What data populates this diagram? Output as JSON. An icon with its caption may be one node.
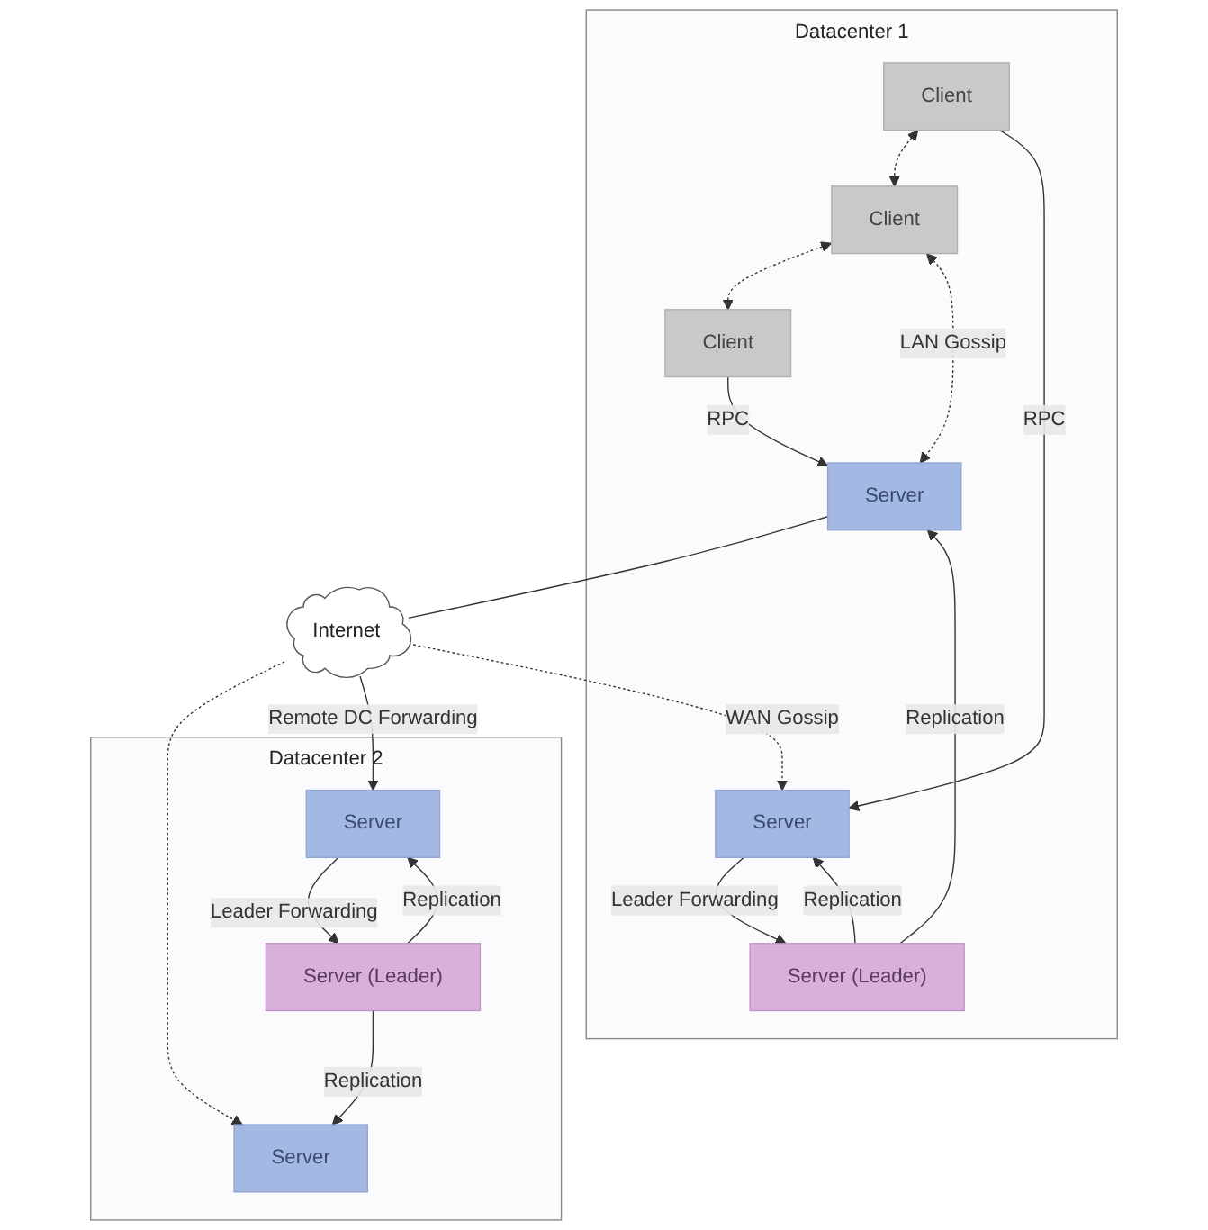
{
  "diagram": {
    "nodes": [
      {
        "text": [
          "Datacenter 1"
        ]
      },
      {
        "text": [
          "Client"
        ],
        "in": 0
      },
      {
        "text": [
          "Client"
        ],
        "in": 0
      },
      {
        "text": [
          "Client"
        ],
        "in": 0
      },
      {
        "text": [
          "Server"
        ],
        "in": 0
      },
      {
        "text": [
          "Server (Leader)"
        ],
        "in": 0
      },
      {
        "text": [
          "Server"
        ],
        "in": 0
      },
      {
        "text": [
          "Internet"
        ]
      },
      {
        "text": [
          "Datacenter 2"
        ]
      },
      {
        "text": [
          "Server"
        ],
        "in": 8
      },
      {
        "text": [
          "Server (Leader)"
        ],
        "in": 8
      },
      {
        "text": [
          "Server"
        ],
        "in": 8
      }
    ],
    "edges": [
      {
        "from": 1,
        "to": 2,
        "arrow": "both",
        "style": "dashed"
      },
      {
        "from": 2,
        "to": 3,
        "arrow": "both",
        "style": "dashed"
      },
      {
        "from": 1,
        "to": 4,
        "arrow": "to",
        "label": "RPC"
      },
      {
        "from": 3,
        "to": 6,
        "arrow": "to",
        "label": "RPC"
      },
      {
        "from": 4,
        "to": 5,
        "arrow": "to",
        "label": "Leader Forwarding"
      },
      {
        "from": 5,
        "to": 4,
        "arrow": "to",
        "label": "Replication"
      },
      {
        "from": 5,
        "to": 6,
        "arrow": "to",
        "label": "Replication"
      },
      {
        "from": 2,
        "to": 6,
        "arrow": "both",
        "label": "LAN Gossip",
        "style": "dashed"
      },
      {
        "from": 7,
        "to": 4,
        "arrow": "to",
        "label": "WAN Gossip",
        "style": "dashed"
      },
      {
        "from": 6,
        "to": 7,
        "arrow": "none"
      },
      {
        "from": 7,
        "to": 9,
        "arrow": "to",
        "style": "dashed"
      },
      {
        "from": 7,
        "to": 11,
        "arrow": "to",
        "label": "Remote DC Forwarding"
      },
      {
        "from": 10,
        "to": 9,
        "arrow": "to",
        "label": "Replication"
      },
      {
        "from": 10,
        "to": 11,
        "arrow": "to",
        "label": "Replication"
      },
      {
        "from": 11,
        "to": 10,
        "arrow": "to",
        "label": "Leader Forwarding"
      }
    ]
  }
}
